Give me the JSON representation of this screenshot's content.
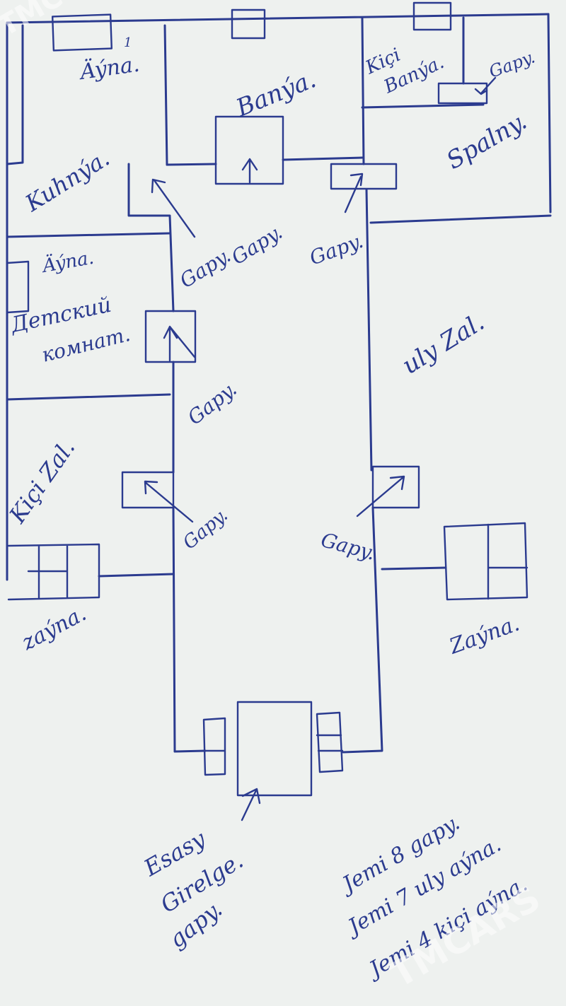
{
  "plan": {
    "labels": {
      "ayna_top": "Äýna.",
      "ayna_top_num": "1",
      "banya": "Banýa.",
      "kici_banya_1": "Kiçi",
      "kici_banya_2": "Banýa.",
      "gapy_small": "Gapy.",
      "kuhnya": "Kuhnýa.",
      "spalny": "Spalny.",
      "gapy_kitchen": "Gapy.",
      "gapy_bath": "Gapy.",
      "gapy_spalny": "Gapy.",
      "ayna_left": "Äýna.",
      "detskiy_1": "Детский",
      "detskiy_2": "комнат.",
      "gapy_detskiy": "Gapy.",
      "uly_zal": "uly Zal.",
      "kici_zal": "Kiçi Zal.",
      "gapy_kici_zal": "Gapy.",
      "gapy_uly_zal": "Gapy.",
      "zayna_left": "zaýna.",
      "zayna_right": "Zaýna.",
      "esasy_1": "Esasy",
      "esasy_2": "Girelge.",
      "esasy_3": "gapy.",
      "summary_1": "Jemi 8 gapy.",
      "summary_2": "Jemi 7 uly aýna.",
      "summary_3": "Jemi 4 kiçi aýna."
    },
    "watermarks": {
      "top": "TMC",
      "bottom": "TMCARS"
    },
    "colors": {
      "ink": "#2b3b8f",
      "paper": "#eef1ef"
    }
  }
}
